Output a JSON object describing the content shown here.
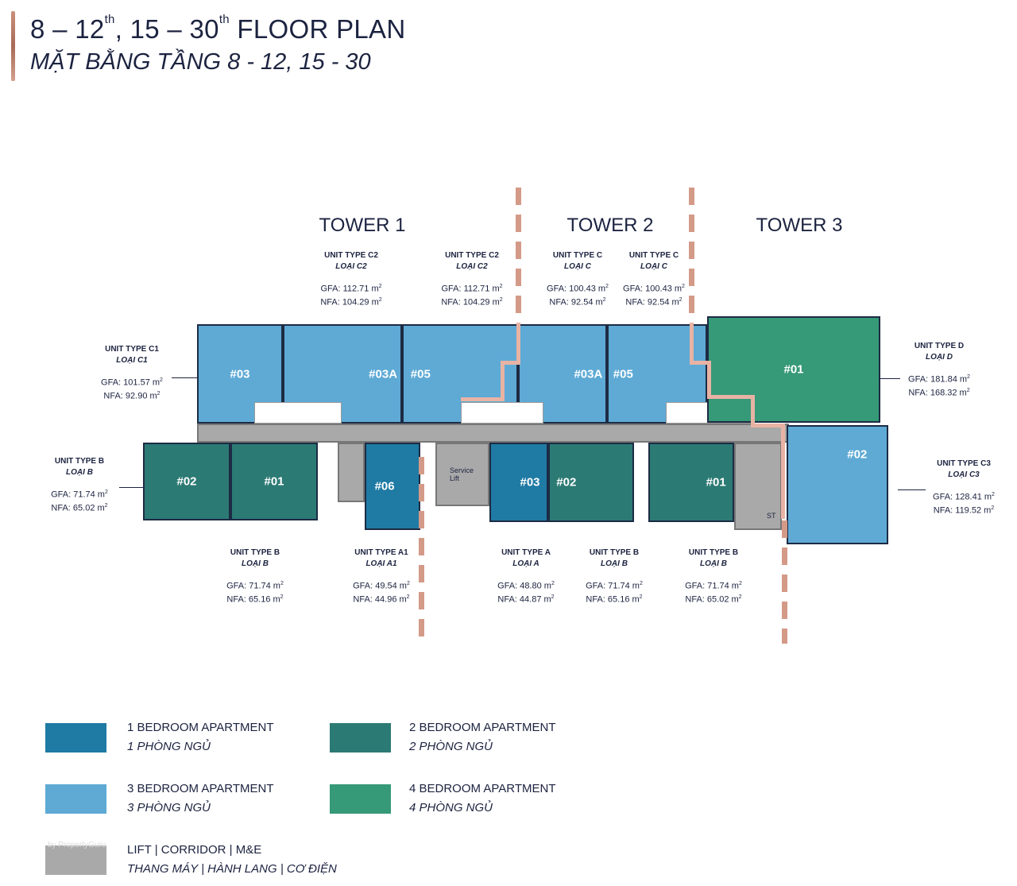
{
  "title": {
    "line1_a": "8 – 12",
    "sup1": "th",
    "line1_b": ", 15 – 30",
    "sup2": "th",
    "line1_c": " FLOOR PLAN",
    "line2": "MẶT BẰNG TẦNG 8 - 12, 15 - 30"
  },
  "towers": [
    "TOWER 1",
    "TOWER 2",
    "TOWER 3"
  ],
  "units": [
    {
      "type": "UNIT TYPE C2",
      "loai": "LOẠI C2",
      "gfa": "GFA: 112.71 m",
      "nfa": "NFA: 104.29 m"
    },
    {
      "type": "UNIT TYPE C2",
      "loai": "LOẠI C2",
      "gfa": "GFA: 112.71 m",
      "nfa": "NFA: 104.29 m"
    },
    {
      "type": "UNIT TYPE C",
      "loai": "LOẠI C",
      "gfa": "GFA: 100.43 m",
      "nfa": "NFA: 92.54 m"
    },
    {
      "type": "UNIT TYPE C",
      "loai": "LOẠI C",
      "gfa": "GFA: 100.43 m",
      "nfa": "NFA: 92.54 m"
    },
    {
      "type": "UNIT TYPE C1",
      "loai": "LOẠI C1",
      "gfa": "GFA: 101.57 m",
      "nfa": "NFA: 92.90 m"
    },
    {
      "type": "UNIT TYPE D",
      "loai": "LOẠI D",
      "gfa": "GFA: 181.84 m",
      "nfa": "NFA: 168.32 m"
    },
    {
      "type": "UNIT TYPE B",
      "loai": "LOẠI B",
      "gfa": "GFA: 71.74 m",
      "nfa": "NFA: 65.02 m"
    },
    {
      "type": "UNIT TYPE C3",
      "loai": "LOẠI C3",
      "gfa": "GFA: 128.41 m",
      "nfa": "NFA: 119.52 m"
    },
    {
      "type": "UNIT TYPE B",
      "loai": "LOẠI B",
      "gfa": "GFA: 71.74 m",
      "nfa": "NFA: 65.16 m"
    },
    {
      "type": "UNIT TYPE A1",
      "loai": "LOẠI A1",
      "gfa": "GFA: 49.54 m",
      "nfa": "NFA: 44.96 m"
    },
    {
      "type": "UNIT TYPE A",
      "loai": "LOẠI A",
      "gfa": "GFA: 48.80 m",
      "nfa": "NFA: 44.87 m"
    },
    {
      "type": "UNIT TYPE B",
      "loai": "LOẠI B",
      "gfa": "GFA: 71.74 m",
      "nfa": "NFA: 65.16 m"
    },
    {
      "type": "UNIT TYPE B",
      "loai": "LOẠI B",
      "gfa": "GFA: 71.74 m",
      "nfa": "NFA: 65.02 m"
    }
  ],
  "sq": "2",
  "plan_labels": {
    "t1_03": "#03",
    "t1_03a": "#03A",
    "t1_05": "#05",
    "t2_03a": "#03A",
    "t2_05": "#05",
    "t3_01": "#01",
    "b_02": "#02",
    "b_01": "#01",
    "b_06": "#06",
    "b_03": "#03",
    "b_02b": "#02",
    "b_01b": "#01",
    "t3_02": "#02",
    "service_lift": "Service Lift",
    "st": "ST"
  },
  "legend": [
    {
      "en": "1 BEDROOM APARTMENT",
      "vi": "1 PHÒNG NGỦ",
      "color": "#1f7aa4"
    },
    {
      "en": "2 BEDROOM APARTMENT",
      "vi": "2 PHÒNG NGỦ",
      "color": "#2c7a74"
    },
    {
      "en": "3 BEDROOM APARTMENT",
      "vi": "3 PHÒNG NGỦ",
      "color": "#5eaad5"
    },
    {
      "en": "4 BEDROOM APARTMENT",
      "vi": "4 PHÒNG NGỦ",
      "color": "#369978"
    },
    {
      "en": "LIFT | CORRIDOR | M&E",
      "vi": "THANG MÁY | HÀNH LANG | CƠ ĐIỆN",
      "color": "#a9a9a9"
    }
  ],
  "watermark": "by PropertyGuru"
}
